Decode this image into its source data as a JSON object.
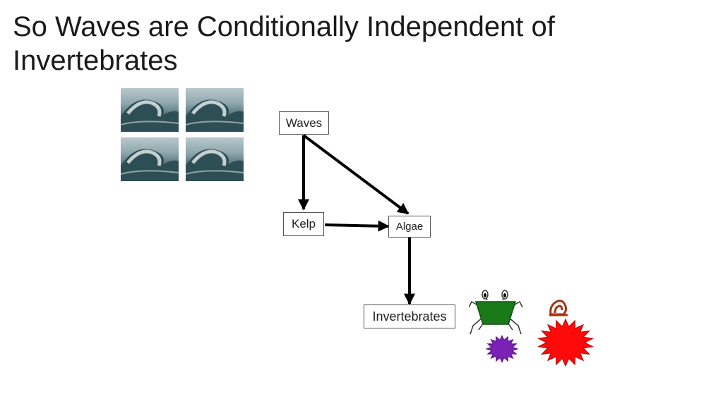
{
  "slide": {
    "title": "So Waves are Conditionally Independent of Invertebrates"
  },
  "diagram": {
    "nodes": {
      "waves": "Waves",
      "kelp": "Kelp",
      "algae": "Algae",
      "invertebrates": "Invertebrates"
    },
    "edges": [
      {
        "from": "Waves",
        "to": "Kelp"
      },
      {
        "from": "Waves",
        "to": "Algae"
      },
      {
        "from": "Kelp",
        "to": "Algae"
      },
      {
        "from": "Algae",
        "to": "Invertebrates"
      }
    ]
  },
  "colors": {
    "crab": "#1a7a1a",
    "urchin_small": "#7a22b5",
    "urchin_large": "#ff0a0a",
    "snail": "#a8330f",
    "edge": "#000000"
  }
}
